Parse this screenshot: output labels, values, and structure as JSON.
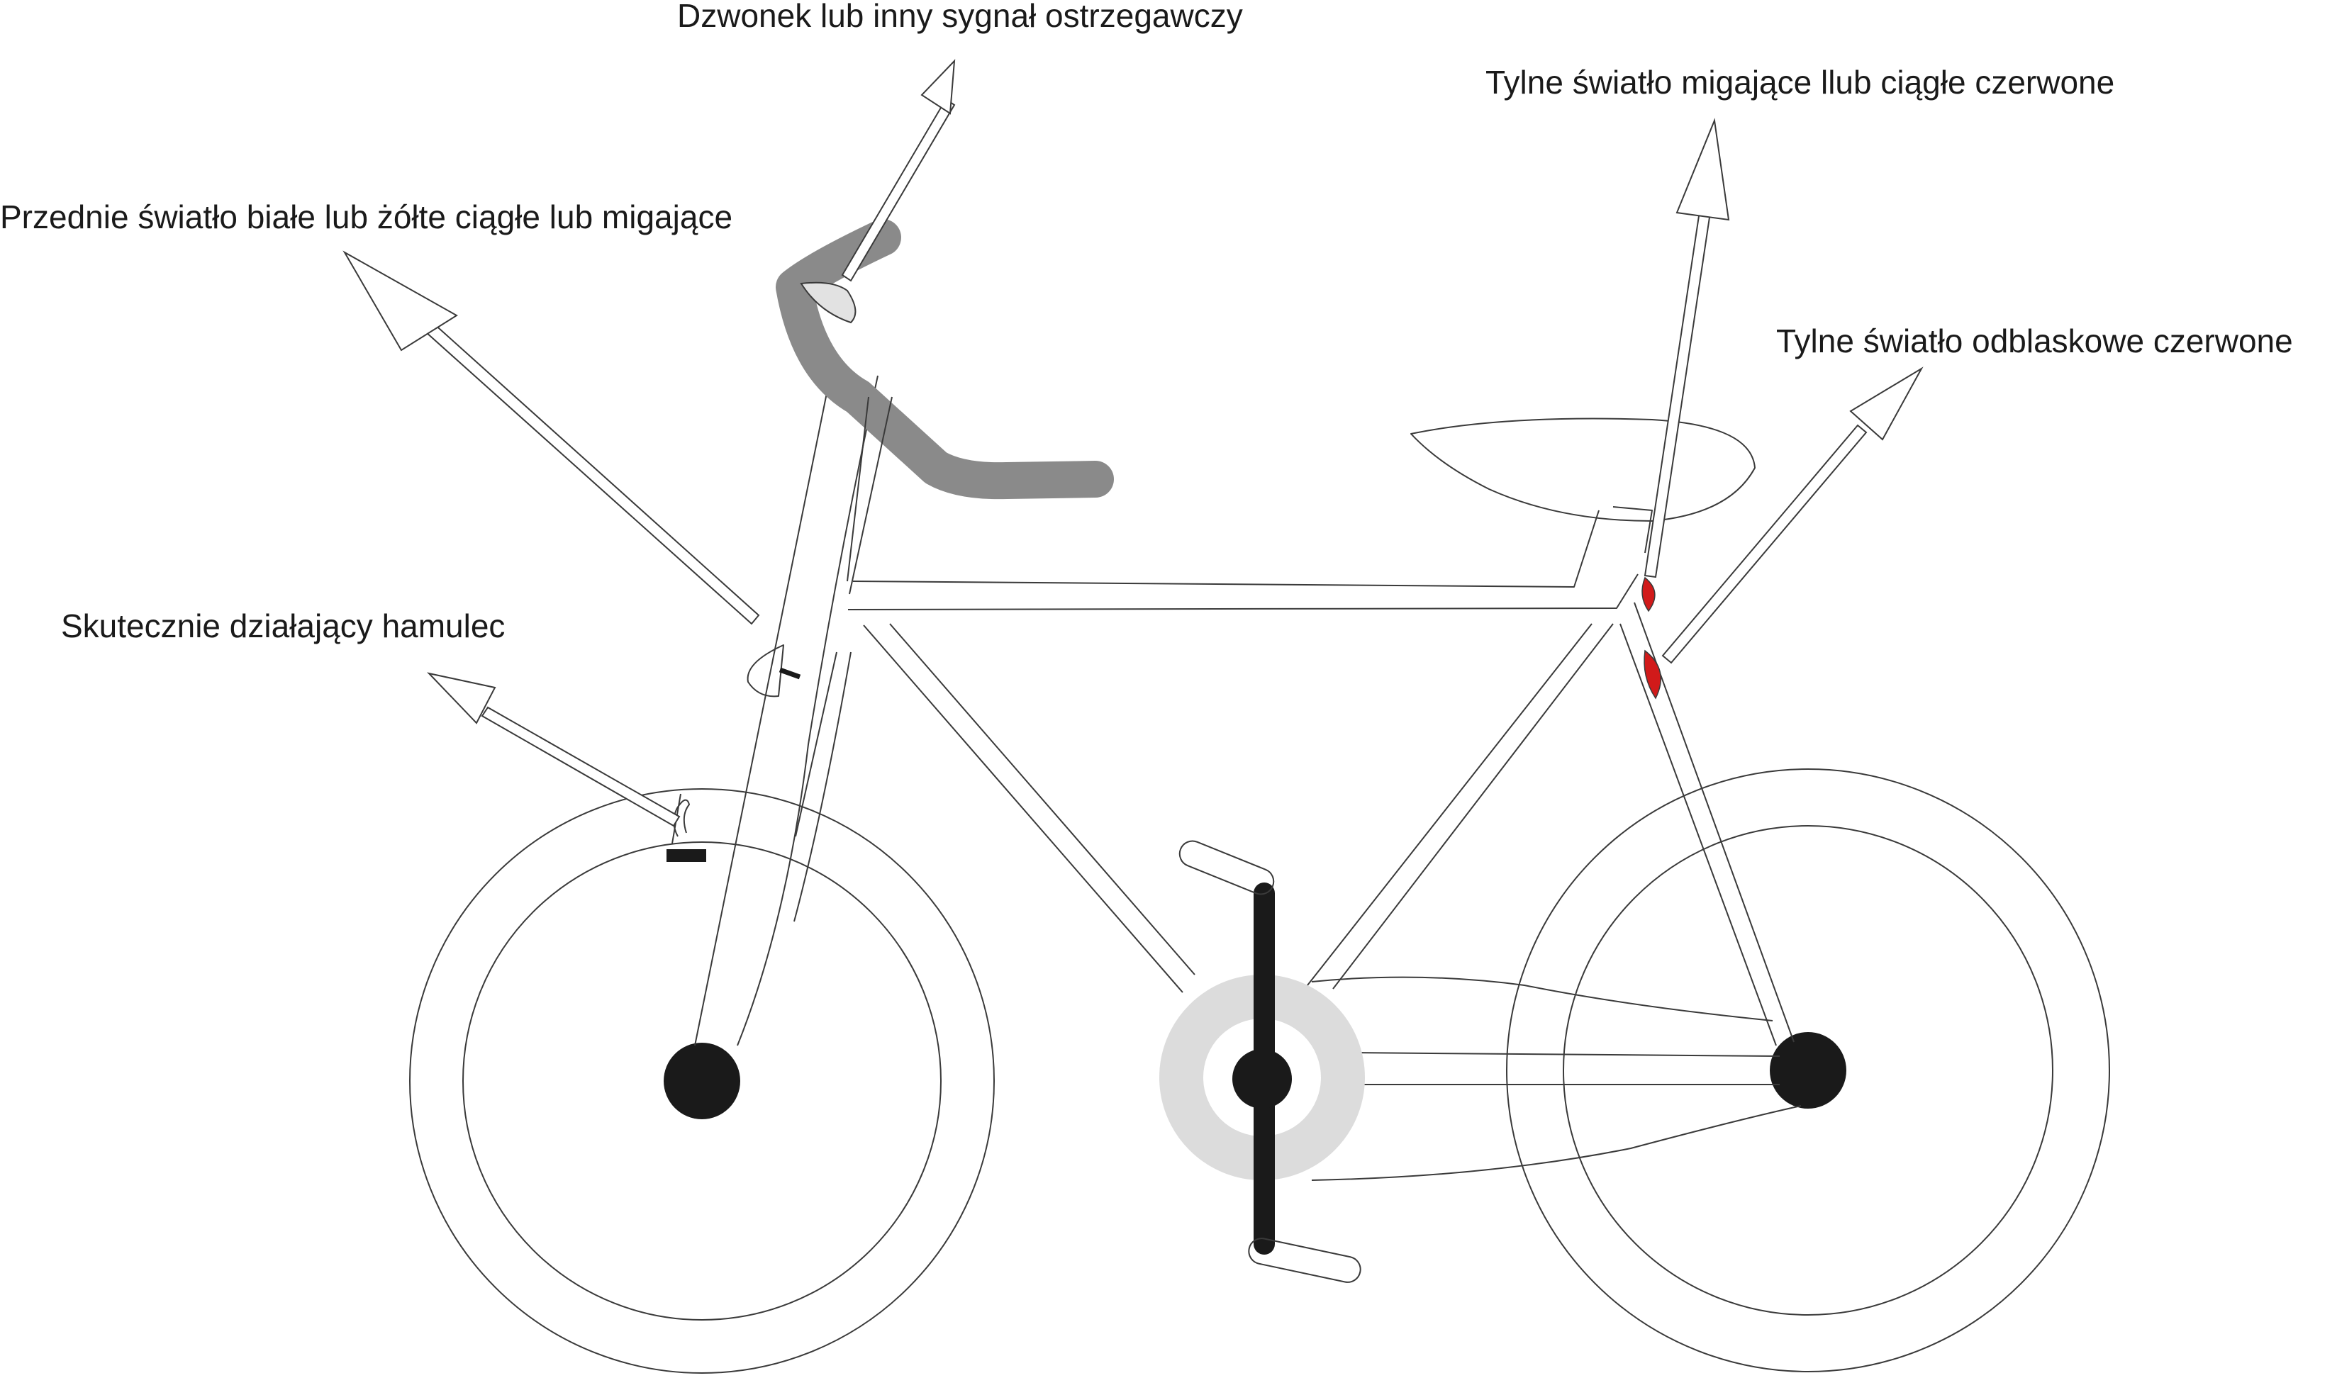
{
  "diagram": {
    "labels": {
      "bell": "Dzwonek lub inny sygnał ostrzegawczy",
      "rear_light": "Tylne światło migające llub ciągłe czerwone",
      "front_light": "Przednie światło białe lub żółte ciągłe lub migające",
      "reflector": "Tylne światło odblaskowe czerwone",
      "brake": "Skutecznie działający hamulec"
    },
    "colors": {
      "outline": "#3a3a3a",
      "hub": "#1a1a1a",
      "handlebar": "#8a8a8a",
      "chainring": "#dcdcdc",
      "rear_lamp_red": "#d11a1a",
      "bell_fill": "#e2e2e2"
    }
  }
}
